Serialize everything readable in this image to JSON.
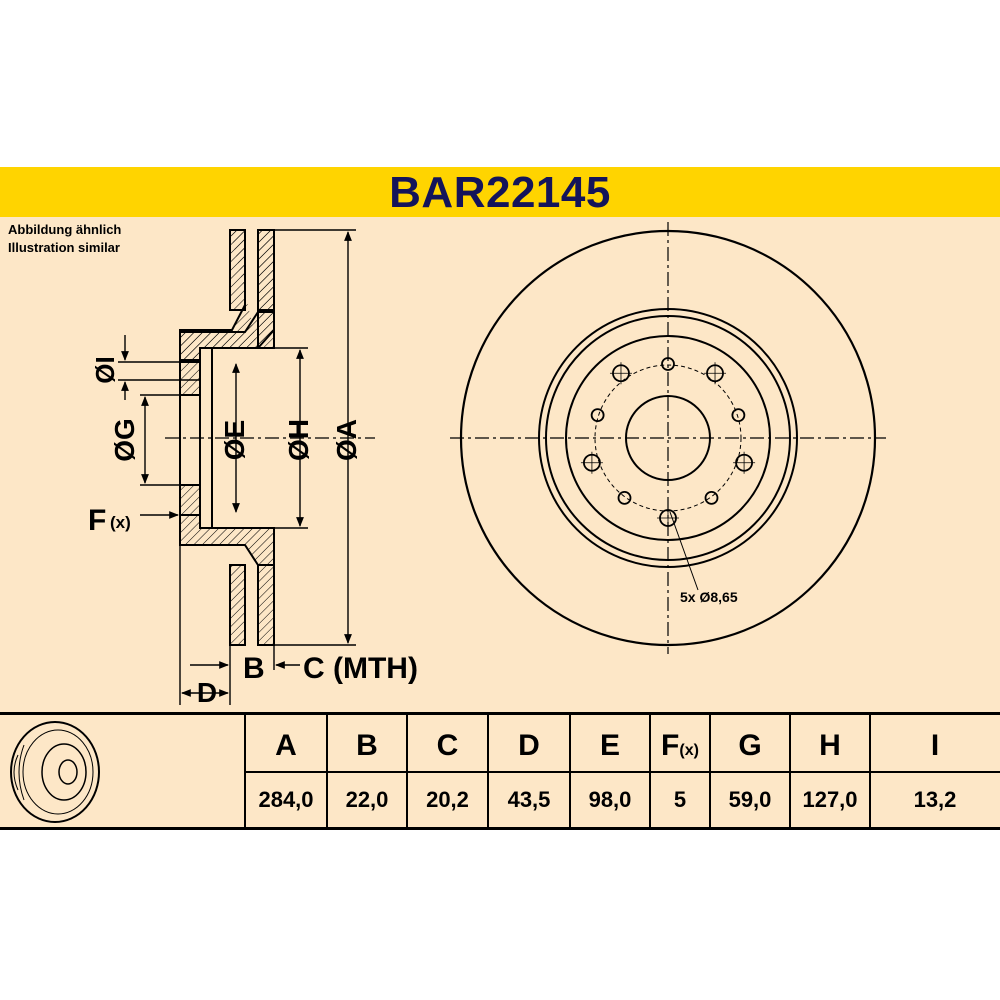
{
  "title": "BAR22145",
  "notes": {
    "line1": "Abbildung ähnlich",
    "line2": "Illustration similar"
  },
  "side_labels": {
    "I": "ØI",
    "G": "ØG",
    "E": "ØE",
    "H": "ØH",
    "A": "ØA",
    "F": "F",
    "F_sub": "(x)",
    "B": "B",
    "C": "C (MTH)",
    "D": "D"
  },
  "hole_callout": "5x Ø8,65",
  "table": {
    "headers": [
      "A",
      "B",
      "C",
      "D",
      "E",
      "F",
      "G",
      "H",
      "I"
    ],
    "f_header_sub": "(x)",
    "values": [
      "284,0",
      "22,0",
      "20,2",
      "43,5",
      "98,0",
      "5",
      "59,0",
      "127,0",
      "13,2"
    ]
  },
  "colors": {
    "banner": "#ffd400",
    "title": "#14145a",
    "background": "#fde7c7",
    "line": "#000000"
  }
}
